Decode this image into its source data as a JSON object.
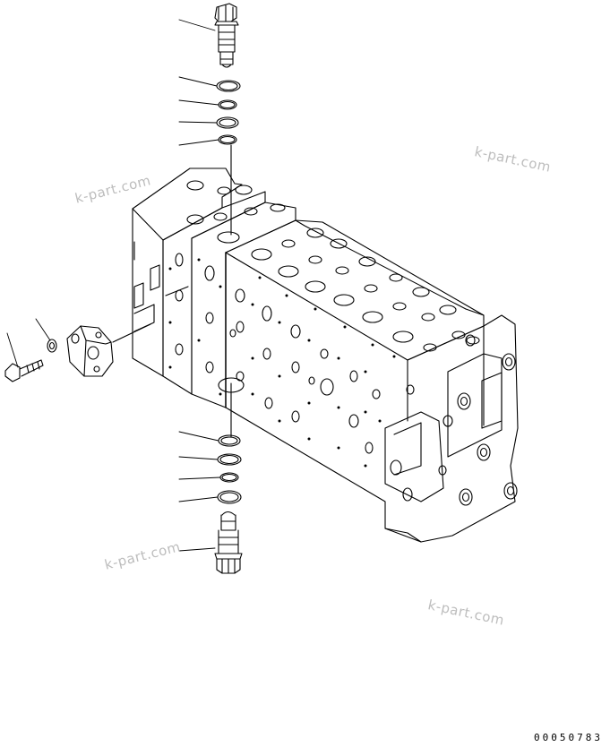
{
  "watermarks": [
    "k-part.com",
    "k-part.com",
    "k-part.com",
    "k-part.com"
  ],
  "document_number": "00050783",
  "parts": {
    "top_fitting": "relief-valve-fitting",
    "bottom_fitting": "relief-valve-fitting",
    "top_orings": 4,
    "bottom_orings": 4,
    "side_parts": [
      "bolt",
      "washer",
      "cover-plate"
    ]
  }
}
